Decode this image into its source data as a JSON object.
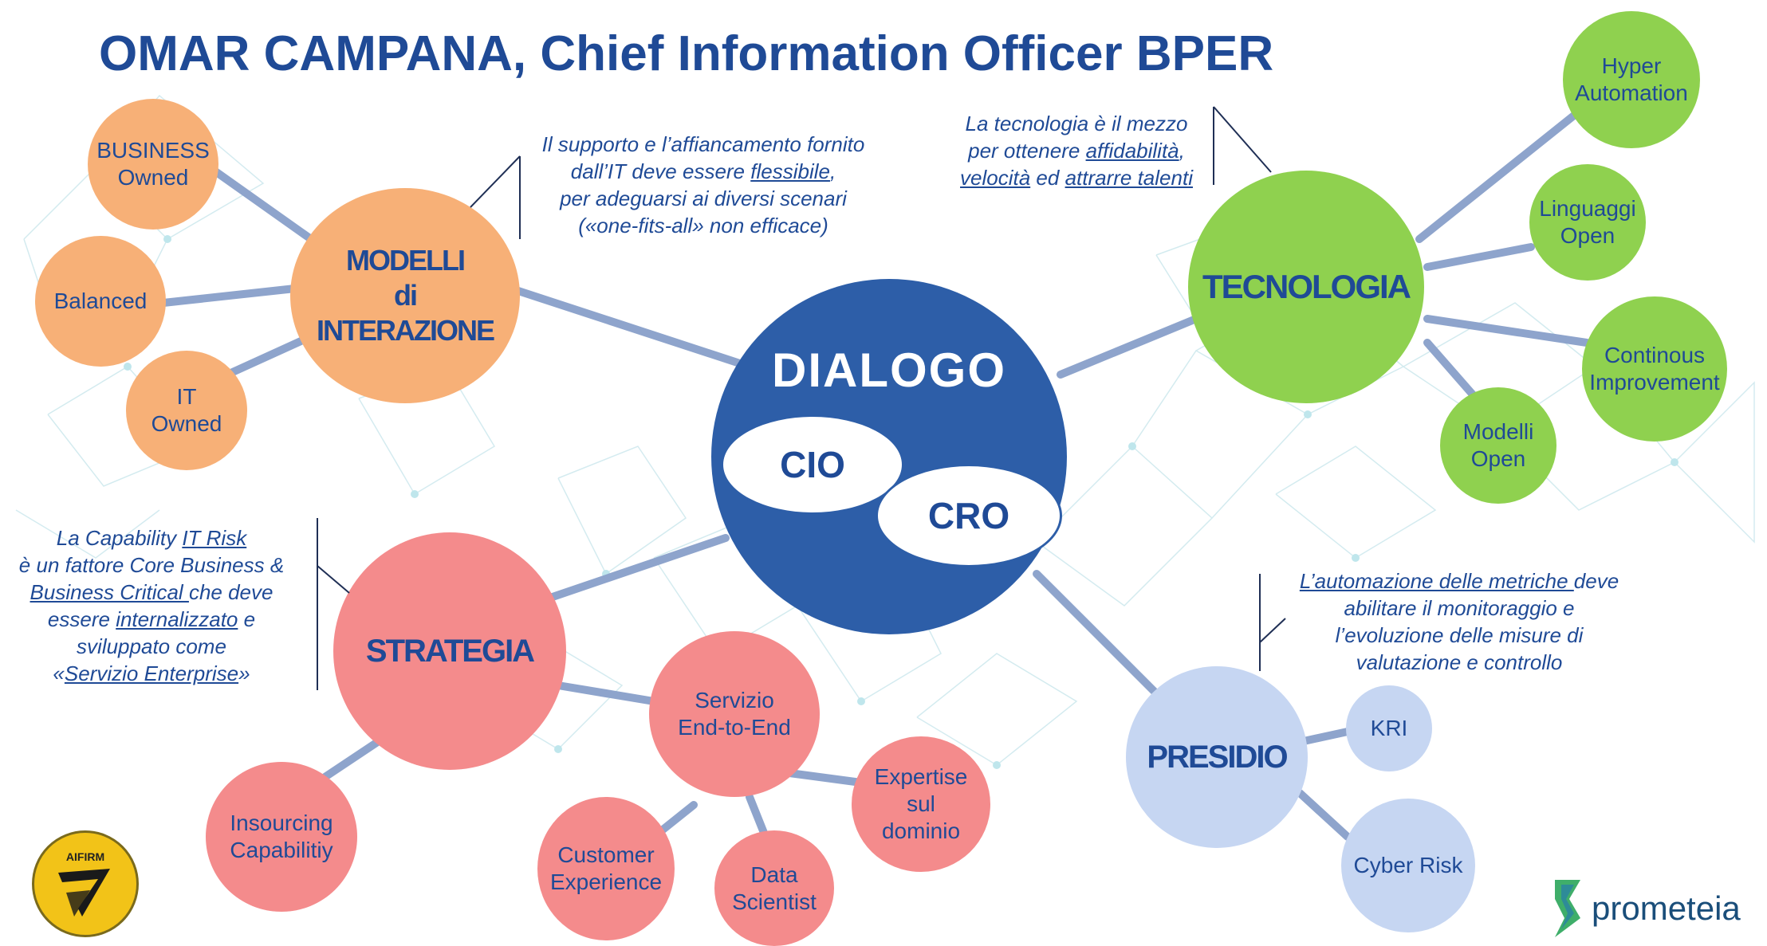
{
  "title": "OMAR CAMPANA, Chief Information Officer BPER",
  "center": {
    "title": "DIALOGO",
    "bubble_left": "CIO",
    "bubble_right": "CRO"
  },
  "modelli": {
    "label": "MODELLI\ndi\nINTERAZIONE",
    "children": [
      "BUSINESS\nOwned",
      "Balanced",
      "IT\nOwned"
    ]
  },
  "tecnologia": {
    "label": "TECNOLOGIA",
    "children": [
      "Hyper\nAutomation",
      "Linguaggi\nOpen",
      "Continous\nImprovement",
      "Modelli\nOpen"
    ]
  },
  "strategia": {
    "label": "STRATEGIA",
    "children": [
      "Insourcing\nCapabilitiy",
      "Servizio\nEnd-to-End",
      "Customer\nExperience",
      "Data\nScientist",
      "Expertise\nsul\ndominio"
    ]
  },
  "presidio": {
    "label": "PRESIDIO",
    "children": [
      "KRI",
      "Cyber Risk"
    ]
  },
  "notes": {
    "modelli": [
      "Il supporto e l’affiancamento fornito",
      "dall’IT deve essere ",
      "flessibile",
      ",",
      "per adeguarsi ai diversi scenari",
      "(«one-fits-all» non efficace)"
    ],
    "tecnologia": [
      "La tecnologia è il mezzo",
      "per ottenere ",
      "affidabilità",
      ",",
      "velocità",
      " ed ",
      "attrarre talenti"
    ],
    "strategia": [
      "La Capability ",
      "IT Risk",
      "è un fattore Core Business &",
      "Business Critical ",
      "che deve",
      "essere ",
      "internalizzato",
      " e",
      "sviluppato come",
      "«",
      "Servizio Enterprise",
      "»"
    ],
    "presidio": [
      "L’automazione delle metriche ",
      "deve",
      "abilitare il monitoraggio e",
      "l’evoluzione delle misure di",
      "valutazione e controllo"
    ]
  },
  "logos": {
    "left": "AIFIRM",
    "right": "prometeia"
  },
  "colors": {
    "title": "#1f4a96",
    "center": "#2d5ea8",
    "orange": "#f7b077",
    "pink": "#f48b8c",
    "green": "#8fd14f",
    "blue": "#c6d6f2",
    "connector": "#8ea4cc"
  }
}
